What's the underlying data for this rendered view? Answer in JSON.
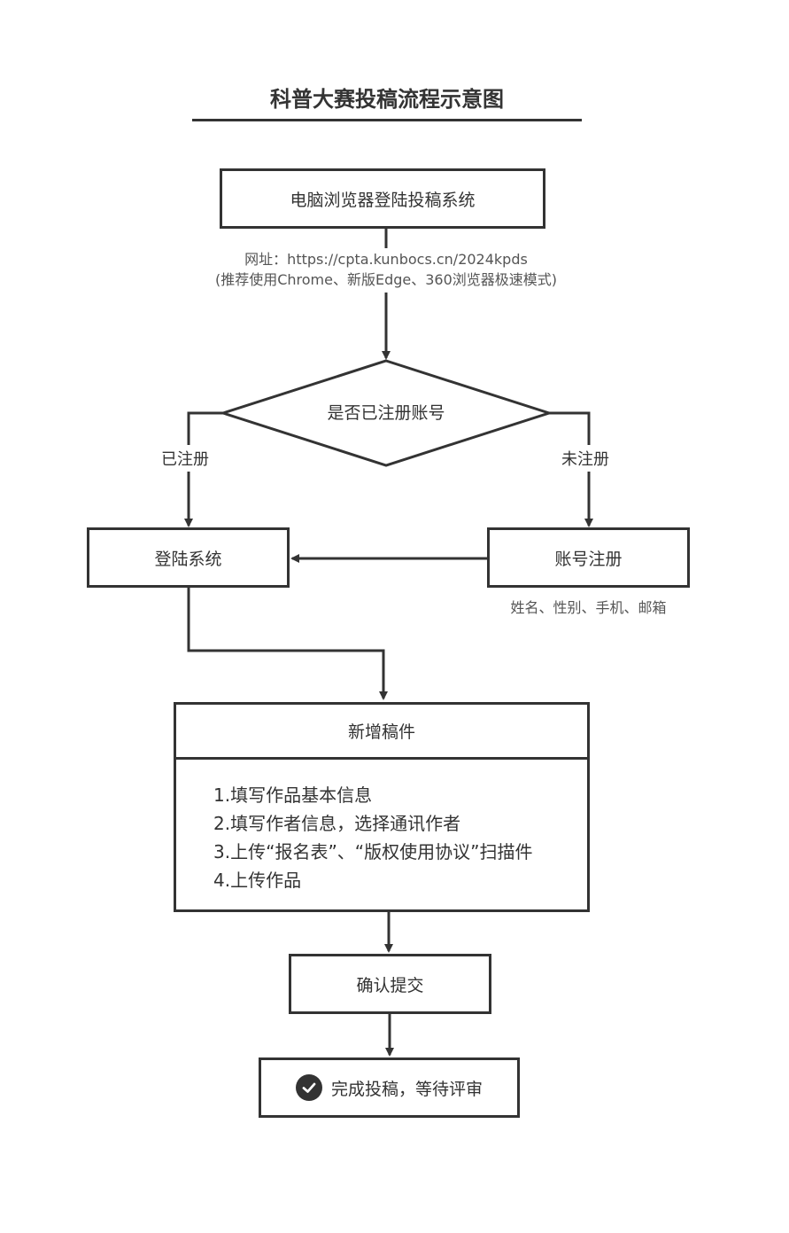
{
  "title": "科普大赛投稿流程示意图",
  "nodes": {
    "start": "电脑浏览器登陆投稿系统",
    "decision": "是否已注册账号",
    "login": "登陆系统",
    "register": "账号注册",
    "new_draft": "新增稿件",
    "confirm": "确认提交",
    "done": "完成投稿，等待评审"
  },
  "notes": {
    "url_line": "网址：https://cpta.kunbocs.cn/2024kpds",
    "browser_line": "(推荐使用Chrome、新版Edge、360浏览器极速模式)",
    "register_fields": "姓名、性别、手机、邮箱"
  },
  "edge_labels": {
    "registered": "已注册",
    "not_registered": "未注册"
  },
  "draft_steps": [
    "1.填写作品基本信息",
    "2.填写作者信息，选择通讯作者",
    "3.上传“报名表”、“版权使用协议”扫描件",
    "4.上传作品"
  ],
  "icons": {
    "done": "check-circle-icon"
  },
  "colors": {
    "stroke": "#333333",
    "note": "#555555"
  }
}
